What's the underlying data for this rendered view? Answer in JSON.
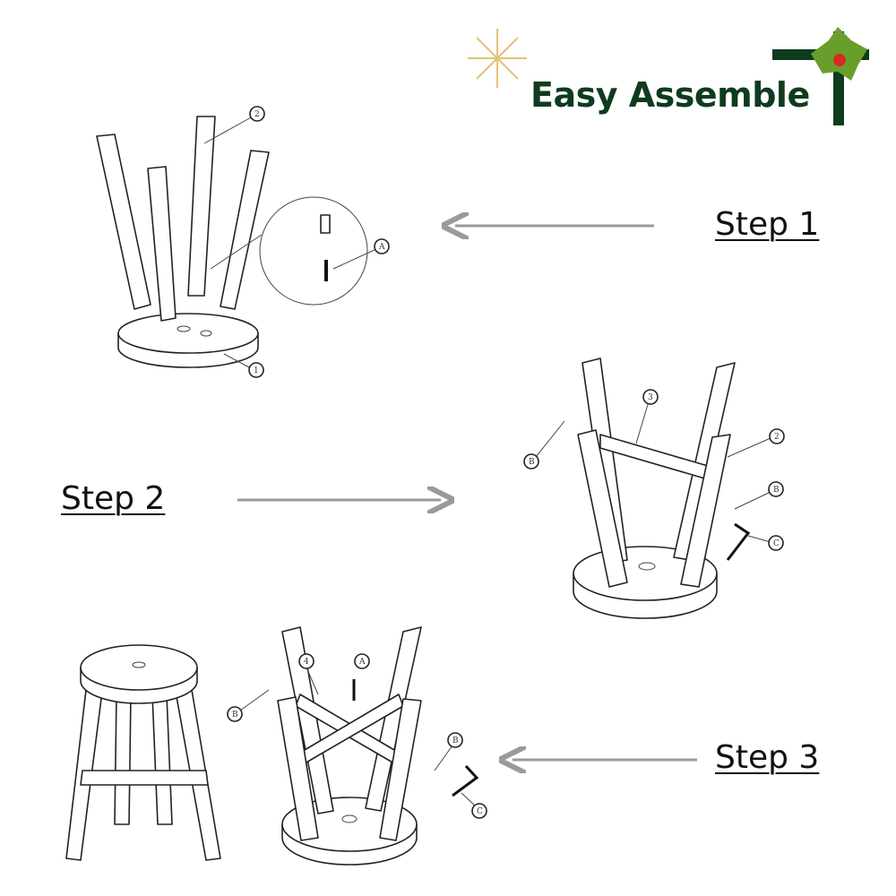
{
  "header": {
    "title": "Easy Assemble",
    "snowflake_icon": "snowflake-icon",
    "holly_icon": "holly-cross-icon",
    "title_color": "#0f3b1e",
    "accent_green": "#6a9e2a",
    "berry_red": "#d62b20",
    "snowflake_gold": "#e3c27a"
  },
  "steps": [
    {
      "label": "Step 1",
      "callouts": [
        "2",
        "A",
        "1"
      ]
    },
    {
      "label": "Step 2",
      "callouts": [
        "3",
        "2",
        "B",
        "B",
        "C"
      ]
    },
    {
      "label": "Step 3",
      "callouts": [
        "4",
        "A",
        "B",
        "B",
        "C"
      ]
    }
  ]
}
